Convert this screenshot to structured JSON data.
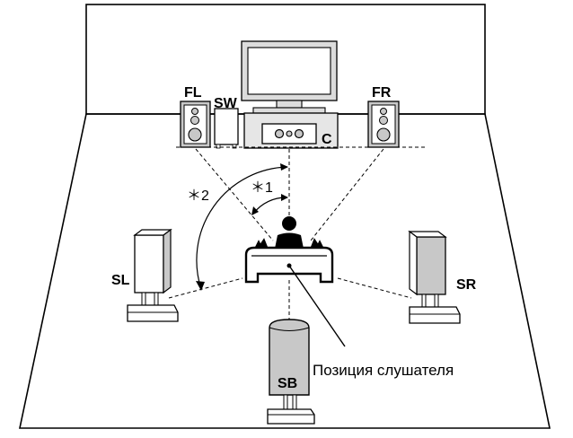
{
  "speakers": {
    "front_left": "FL",
    "subwoofer": "SW",
    "center": "C",
    "front_right": "FR",
    "surround_left": "SL",
    "surround_right": "SR",
    "surround_back": "SB"
  },
  "angles": {
    "angle_1": "＊1",
    "angle_2": "＊2"
  },
  "listener_caption": "Позиция слушателя",
  "colors": {
    "line": "#000000",
    "speaker_fill": "#c8c8c8",
    "tv_fill": "#dcdcdc",
    "rack_fill": "#e6e6e6",
    "white": "#ffffff"
  }
}
